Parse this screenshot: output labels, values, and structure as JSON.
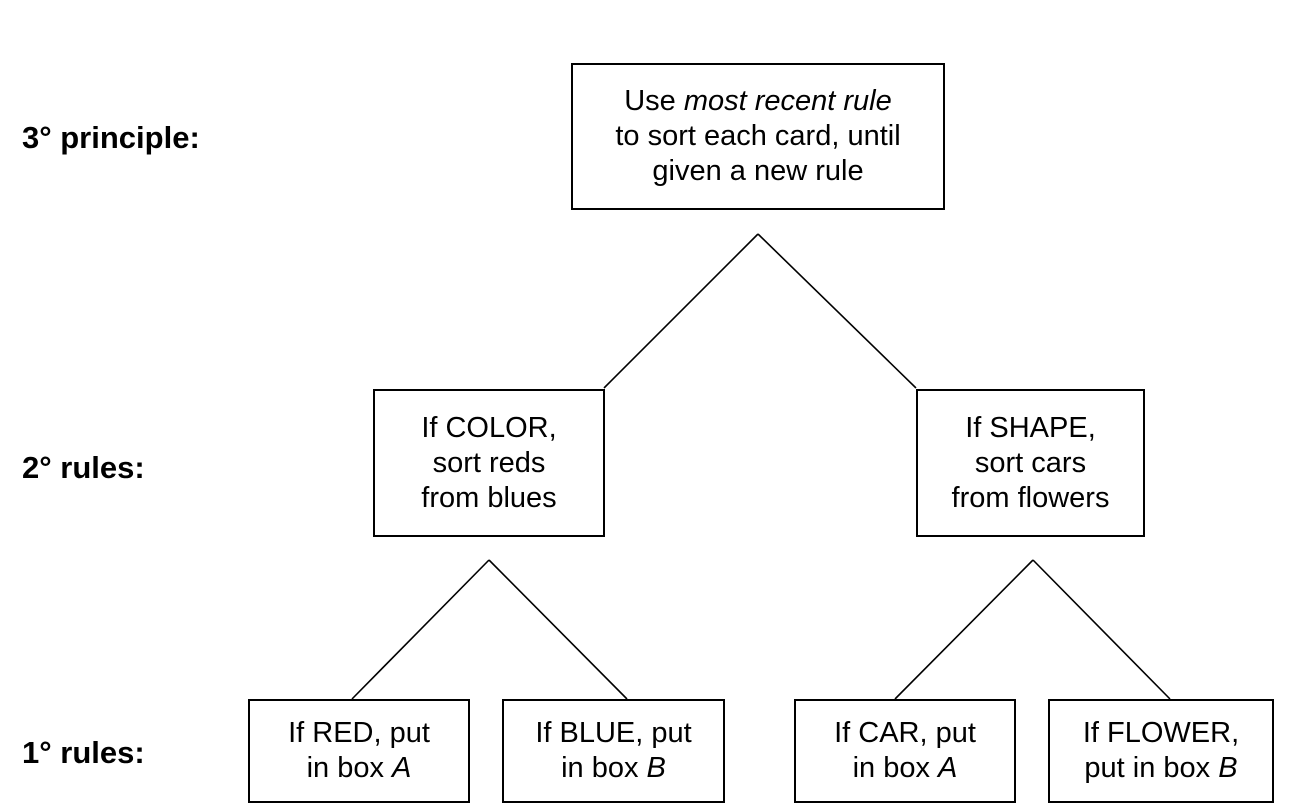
{
  "levels": {
    "tertiary": "3° principle:",
    "secondary": "2° rules:",
    "primary": "1° rules:"
  },
  "principle": {
    "pre": "Use ",
    "emph": "most recent rule",
    "line2": "to sort each card, until",
    "line3": "given a new rule"
  },
  "rules2": {
    "color": {
      "line1": "If COLOR,",
      "line2": "sort reds",
      "line3": "from blues"
    },
    "shape": {
      "line1": "If SHAPE,",
      "line2": "sort cars",
      "line3": "from flowers"
    }
  },
  "rules1": {
    "red": {
      "line1": "If RED, put",
      "line2_pre": "in box ",
      "box": "A"
    },
    "blue": {
      "line1": "If BLUE, put",
      "line2_pre": "in box ",
      "box": "B"
    },
    "car": {
      "line1": "If CAR, put",
      "line2_pre": "in box ",
      "box": "A"
    },
    "flower": {
      "line1": "If FLOWER,",
      "line2_pre": "put in box ",
      "box": "B"
    }
  }
}
